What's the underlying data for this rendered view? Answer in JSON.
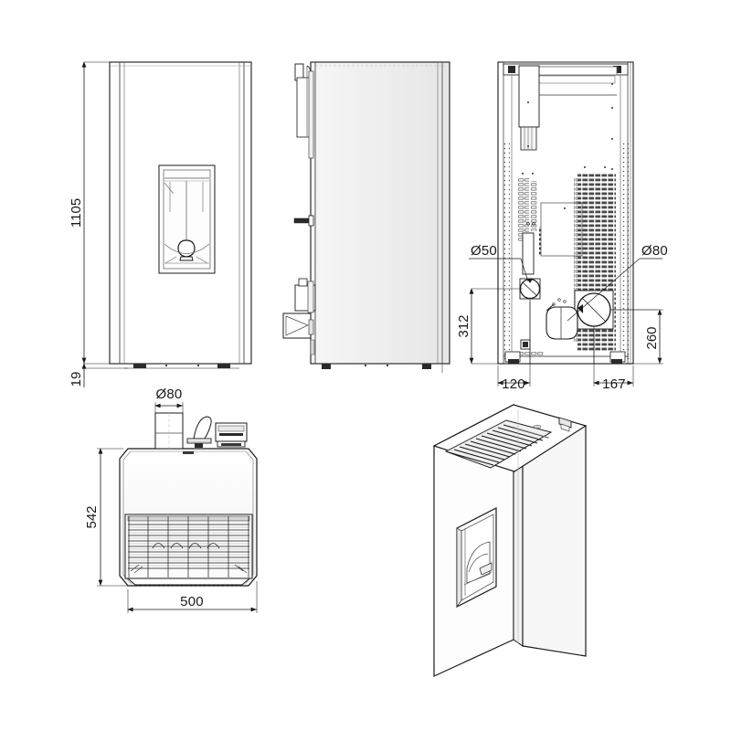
{
  "drawing": {
    "title": "Pellet stove technical dimension drawing",
    "background_color": "#ffffff",
    "line_color": "#1a1a1a",
    "units": "mm"
  },
  "views": {
    "front": {
      "name": "Front elevation"
    },
    "side": {
      "name": "Side elevation"
    },
    "rear": {
      "name": "Rear view"
    },
    "top": {
      "name": "Top view"
    },
    "perspective": {
      "name": "3D perspective view"
    }
  },
  "dimensions": {
    "front_height": "1105",
    "front_foot": "19",
    "rear_dia_small": "Ø50",
    "rear_dia_large": "Ø80",
    "rear_height_left": "312",
    "rear_height_right": "260",
    "rear_offset_left": "120",
    "rear_offset_right": "167",
    "top_flue_dia": "Ø80",
    "top_depth": "542",
    "top_width": "500"
  }
}
